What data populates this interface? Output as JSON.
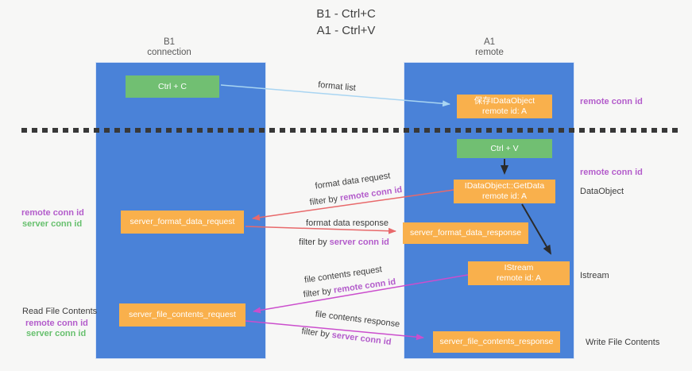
{
  "title": {
    "line1": "B1 - Ctrl+C",
    "line2": "A1 - Ctrl+V"
  },
  "colors": {
    "column_blue": "#4a82d8",
    "node_green": "#71bf72",
    "node_orange": "#f9b04c",
    "arrow_blue": "#a9d5f2",
    "arrow_red": "#e8696b",
    "arrow_magenta": "#cb4ecd",
    "arrow_black": "#2b2b2b",
    "text_purple": "#b35ccb",
    "text_green": "#67c06e"
  },
  "left_column": {
    "header_line1": "B1",
    "header_line2": "connection",
    "ctrl_c_label": "Ctrl + C",
    "format_request_label": "server_format_data_request",
    "file_request_label": "server_file_contents_request"
  },
  "right_column": {
    "header_line1": "A1",
    "header_line2": "remote",
    "save_object_line1": "保存IDataObject",
    "save_object_line2": "remote id: A",
    "ctrl_v_label": "Ctrl + V",
    "getdata_line1": "IDataObject::GetData",
    "getdata_line2": "remote id: A",
    "format_response_label": "server_format_data_response",
    "istream_line1": "IStream",
    "istream_line2": "remote id: A",
    "file_response_label": "server_file_contents_response"
  },
  "flow_labels": {
    "format_list": "format list",
    "format_data_request": "format data request",
    "format_data_response": "format data response",
    "file_contents_request": "file contents request",
    "file_contents_response": "file contents response",
    "filter_by": "filter by",
    "remote_conn_id": "remote conn id",
    "server_conn_id": "server conn id"
  },
  "side_labels": {
    "remote_conn_id": "remote conn id",
    "server_conn_id": "server conn id",
    "dataobject": "DataObject",
    "istream": "Istream",
    "read_file_contents": "Read File Contents",
    "write_file_contents": "Write File Contents"
  }
}
